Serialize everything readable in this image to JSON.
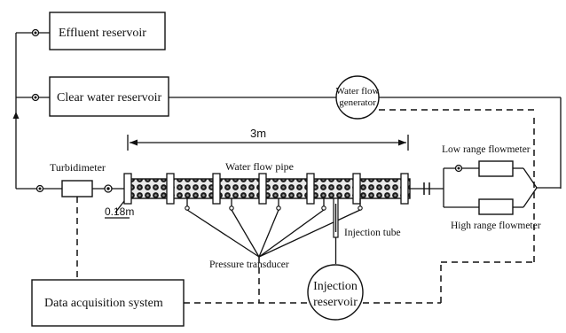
{
  "labels": {
    "effluent_reservoir": "Effluent reservoir",
    "clear_water_reservoir": "Clear water reservoir",
    "water_flow_generator_1": "Water flow",
    "water_flow_generator_2": "generator",
    "length": "3m",
    "water_flow_pipe": "Water flow pipe",
    "turbidimeter": "Turbidimeter",
    "diameter": "0.18m",
    "low_range_flowmeter": "Low range flowmeter",
    "high_range_flowmeter": "High range flowmeter",
    "injection_tube": "Injection tube",
    "pressure_transducer": "Pressure transducer",
    "data_acquisition_system": "Data acquisition system",
    "injection_reservoir_1": "Injection",
    "injection_reservoir_2": "reservoir"
  }
}
